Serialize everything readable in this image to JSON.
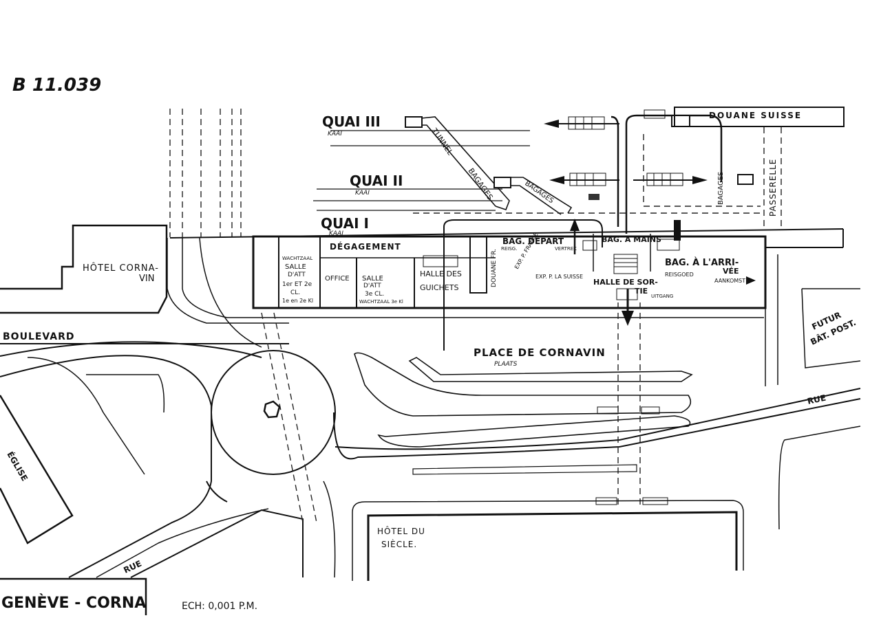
{
  "reference": "B 11.039",
  "title_box": "GENÈVE - CORNA",
  "scale": "ECH: 0,001 P.M.",
  "labels": {
    "quai3": "QUAI III",
    "quai2": "QUAI II",
    "quai1": "QUAI I",
    "kaai": "KAAI",
    "tunnel": "TUNNEL",
    "bagages_tunnel": "BAGAGES",
    "bagages2": "BAGAGES",
    "bagages3": "BAGAGES",
    "douane_suisse": "DOUANE SUISSE",
    "passerelle": "PASSERELLE",
    "hotel_cornavin": "HÔTEL CORNA-",
    "hotel_cornavin2": "VIN",
    "degagement": "DÉGAGEMENT",
    "wachtzaal": "WACHTZAAL",
    "salle_att1": "SALLE",
    "salle_att1b": "D'ATT",
    "salle_att1c": "1er ET 2e",
    "salle_att1d": "CL.",
    "salle_att1e": "1e en 2e Kl",
    "office": "OFFICE",
    "salle_att3": "SALLE",
    "salle_att3b": "D'ATT",
    "salle_att3c": "3e CL.",
    "wachtzaal3": "WACHTZAAL 3e Kl",
    "halle_guichets": "HALLE DES",
    "halle_guichets2": "GUICHETS",
    "douane_fr": "DOUANE FR.",
    "bag_depart": "BAG. DEPART",
    "reisg": "REISG.",
    "vertrek": "VERTREK",
    "exp_fr": "EXP. P. FRANCE",
    "exp_ch": "EXP. P. LA SUISSE",
    "bag_main": "BAG. A MAINS",
    "halle_sortie": "HALLE DE SOR-",
    "halle_sortie2": "TIE",
    "uitgang": "UITGANG",
    "bag_arrivee": "BAG. À L'ARRI-",
    "bag_arrivee2": "VÉE",
    "reisgoed": "REISGOED",
    "aankomst": "AANKOMST",
    "boulevard": "BOULEVARD",
    "place": "PLACE DE CORNAVIN",
    "plaats": "PLAATS",
    "futur": "FUTUR",
    "bat_post": "BÂT. POST.",
    "rue1": "RUE",
    "rue2": "RUE",
    "eglise": "ÉGLISE",
    "hotel_siecle": "HÔTEL DU",
    "hotel_siecle2": "SIÈCLE."
  }
}
